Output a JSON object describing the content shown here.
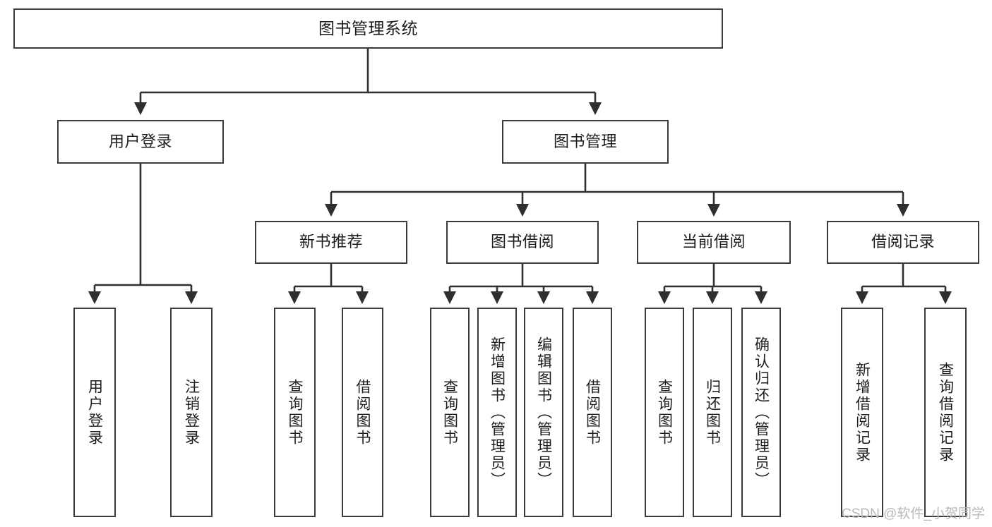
{
  "diagram": {
    "title": "图书管理系统",
    "type": "hierarchy-tree",
    "watermark": "CSDN @软件_小贺同学",
    "colors": {
      "node_border": "#3b3b3b",
      "node_fill": "#ffffff",
      "edge": "#2f2f2f",
      "text": "#1d1d1d",
      "watermark": "#b9b9b9"
    },
    "levels": [
      {
        "level": 1,
        "nodes": [
          {
            "id": "root",
            "label": "图书管理系统",
            "orientation": "horizontal"
          }
        ]
      },
      {
        "level": 2,
        "nodes": [
          {
            "id": "login",
            "label": "用户登录",
            "orientation": "horizontal"
          },
          {
            "id": "bookmgmt",
            "label": "图书管理",
            "orientation": "horizontal"
          }
        ]
      },
      {
        "level": 3,
        "nodes": [
          {
            "id": "newbook",
            "label": "新书推荐",
            "orientation": "horizontal"
          },
          {
            "id": "borrow",
            "label": "图书借阅",
            "orientation": "horizontal"
          },
          {
            "id": "current",
            "label": "当前借阅",
            "orientation": "horizontal"
          },
          {
            "id": "records",
            "label": "借阅记录",
            "orientation": "horizontal"
          }
        ]
      },
      {
        "level": 4,
        "nodes": [
          {
            "id": "leaf-1",
            "label": "用户登录",
            "orientation": "vertical",
            "parent": "login"
          },
          {
            "id": "leaf-2",
            "label": "注销登录",
            "orientation": "vertical",
            "parent": "login"
          },
          {
            "id": "leaf-3",
            "label": "查询图书",
            "orientation": "vertical",
            "parent": "newbook"
          },
          {
            "id": "leaf-4",
            "label": "借阅图书",
            "orientation": "vertical",
            "parent": "newbook"
          },
          {
            "id": "leaf-5",
            "label": "查询图书",
            "orientation": "vertical",
            "parent": "borrow"
          },
          {
            "id": "leaf-6",
            "label": "新增图书（管理员）",
            "orientation": "vertical",
            "parent": "borrow"
          },
          {
            "id": "leaf-7",
            "label": "编辑图书（管理员）",
            "orientation": "vertical",
            "parent": "borrow"
          },
          {
            "id": "leaf-8",
            "label": "借阅图书",
            "orientation": "vertical",
            "parent": "borrow"
          },
          {
            "id": "leaf-9",
            "label": "查询图书",
            "orientation": "vertical",
            "parent": "current"
          },
          {
            "id": "leaf-10",
            "label": "归还图书",
            "orientation": "vertical",
            "parent": "current"
          },
          {
            "id": "leaf-11",
            "label": "确认归还（管理员）",
            "orientation": "vertical",
            "parent": "current"
          },
          {
            "id": "leaf-12",
            "label": "新增借阅记录",
            "orientation": "vertical",
            "parent": "records"
          },
          {
            "id": "leaf-13",
            "label": "查询借阅记录",
            "orientation": "vertical",
            "parent": "records"
          }
        ]
      }
    ]
  }
}
